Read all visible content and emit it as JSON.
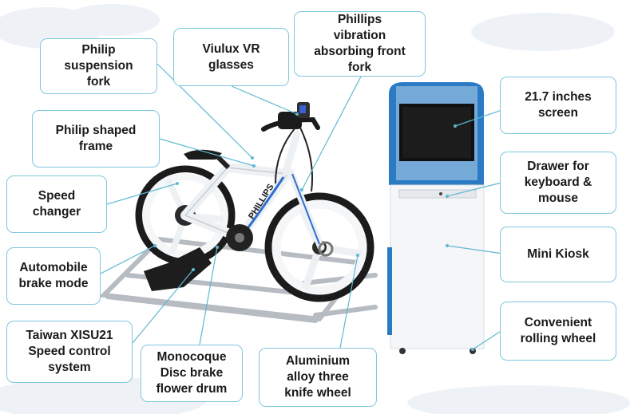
{
  "labels": {
    "philip_suspension_fork": "Philip\nsuspension\nfork",
    "viulux_vr_glasses": "Viulux VR\nglasses",
    "phillips_vibration_fork": "Phillips\nvibration\nabsorbing front\nfork",
    "philip_shaped_frame": "Philip shaped\nframe",
    "speed_changer": "Speed\nchanger",
    "automobile_brake_mode": "Automobile\nbrake mode",
    "taiwan_xisu21": "Taiwan XISU21\nSpeed control\nsystem",
    "monocoque_disc_brake": "Monocoque\nDisc brake\nflower drum",
    "aluminium_wheel": "Aluminium\nalloy  three\nknife wheel",
    "screen": "21.7 inches\nscreen",
    "drawer": "Drawer for\nkeyboard &\nmouse",
    "mini_kiosk": "Mini Kiosk",
    "rolling_wheel": "Convenient\nrolling wheel"
  },
  "bike_decal": "PHILLIPS",
  "colors": {
    "box_border": "#7ec8df",
    "leader_line": "#5fb8d4",
    "kiosk_blue": "#2a7bc4",
    "bike_black": "#1b1b1b",
    "rim_white": "#f4f6f8",
    "frame_white": "#eef1f4",
    "accent_blue": "#2f6fd0"
  }
}
